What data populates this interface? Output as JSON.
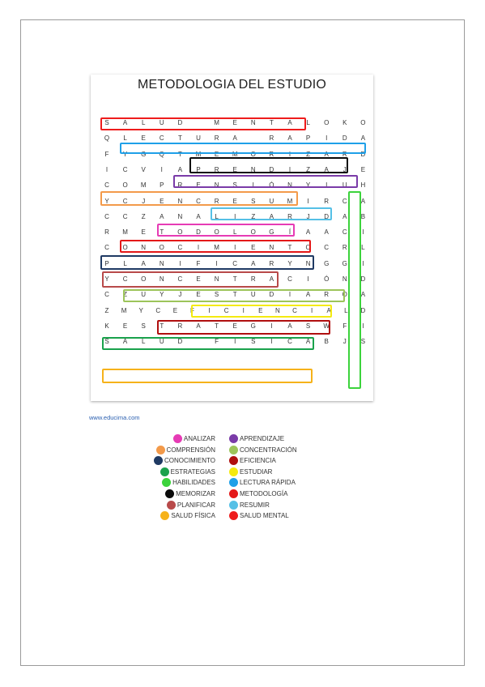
{
  "title": "METODOLOGIA DEL ESTUDIO",
  "grid": [
    "SALUDMENTALOKO",
    "QLECTURARAPIDA",
    "FYGQTMEMORIZAR",
    "ICVIAPRENDIZAJ",
    "COMPRENSIONYIU",
    "YCJENCRESUMIRC",
    "CCZANALIZARJDA",
    "RMETODOLOGIAAC",
    "CONOCIMIENTOCR",
    "PLANIFICARYNGG",
    "YCONCENTRACION",
    "CZUYJESTUDIARO",
    "ZMYCEFICIENCIAL",
    "KESTRATEGIASWFI",
    "SALUDFISICABJS"
  ],
  "grid_rows": [
    [
      "S",
      "A",
      "L",
      "U",
      "D",
      "",
      "M",
      "E",
      "N",
      "T",
      "A",
      "L",
      "O",
      "K",
      "O"
    ],
    [
      "Q",
      "L",
      "E",
      "C",
      "T",
      "U",
      "R",
      "A",
      "",
      "R",
      "A",
      "P",
      "I",
      "D",
      "A"
    ],
    [
      "F",
      "Y",
      "G",
      "Q",
      "T",
      "M",
      "E",
      "M",
      "O",
      "R",
      "I",
      "Z",
      "A",
      "R",
      "D"
    ],
    [
      "I",
      "C",
      "V",
      "I",
      "A",
      "P",
      "R",
      "E",
      "N",
      "D",
      "I",
      "Z",
      "A",
      "J",
      "E"
    ],
    [
      "C",
      "O",
      "M",
      "P",
      "R",
      "E",
      "N",
      "S",
      "I",
      "Ó",
      "N",
      "Y",
      "I",
      "U",
      "H"
    ],
    [
      "Y",
      "C",
      "J",
      "E",
      "N",
      "C",
      "R",
      "E",
      "S",
      "U",
      "M",
      "I",
      "R",
      "C",
      "A"
    ],
    [
      "C",
      "C",
      "Z",
      "A",
      "N",
      "A",
      "L",
      "I",
      "Z",
      "A",
      "R",
      "J",
      "D",
      "A",
      "B"
    ],
    [
      "R",
      "M",
      "E",
      "T",
      "O",
      "D",
      "O",
      "L",
      "O",
      "G",
      "Í",
      "A",
      "A",
      "C",
      "I"
    ],
    [
      "C",
      "O",
      "N",
      "O",
      "C",
      "I",
      "M",
      "I",
      "E",
      "N",
      "T",
      "O",
      "C",
      "R",
      "L"
    ],
    [
      "P",
      "L",
      "A",
      "N",
      "I",
      "F",
      "I",
      "C",
      "A",
      "R",
      "Y",
      "N",
      "G",
      "G",
      "I"
    ],
    [
      "Y",
      "C",
      "O",
      "N",
      "C",
      "E",
      "N",
      "T",
      "R",
      "A",
      "C",
      "I",
      "Ó",
      "N",
      "D"
    ],
    [
      "C",
      "Z",
      "U",
      "Y",
      "J",
      "E",
      "S",
      "T",
      "U",
      "D",
      "I",
      "A",
      "R",
      "O",
      "A"
    ],
    [
      "Z",
      "M",
      "Y",
      "C",
      "E",
      "F",
      "I",
      "C",
      "I",
      "E",
      "N",
      "C",
      "I",
      "A",
      "L",
      "D"
    ],
    [
      "K",
      "E",
      "S",
      "T",
      "R",
      "A",
      "T",
      "E",
      "G",
      "I",
      "A",
      "S",
      "W",
      "F",
      "I"
    ],
    [
      "S",
      "A",
      "L",
      "U",
      "D",
      "",
      "F",
      "I",
      "S",
      "I",
      "C",
      "A",
      "B",
      "J",
      "S"
    ]
  ],
  "url": "www.educima.com",
  "legend": [
    {
      "label": "ANALIZAR",
      "color": "#e63bb5"
    },
    {
      "label": "APRENDIZAJE",
      "color": "#7a3ba8"
    },
    {
      "label": "COMPRENSIÓN",
      "color": "#f39a4a"
    },
    {
      "label": "CONCENTRACIÓN",
      "color": "#9cc45a"
    },
    {
      "label": "CONOCIMIENTO",
      "color": "#1f3a63"
    },
    {
      "label": "EFICIENCIA",
      "color": "#b00f0f"
    },
    {
      "label": "ESTRATEGIAS",
      "color": "#1aa24c"
    },
    {
      "label": "ESTUDIAR",
      "color": "#f4ea10"
    },
    {
      "label": "HABILIDADES",
      "color": "#3cd33c"
    },
    {
      "label": "LECTURA RÁPIDA",
      "color": "#1fa0e8"
    },
    {
      "label": "MEMORIZAR",
      "color": "#0a0a0a"
    },
    {
      "label": "METODOLOGÍA",
      "color": "#e41818"
    },
    {
      "label": "PLANIFICAR",
      "color": "#b84a4a"
    },
    {
      "label": "RESUMIR",
      "color": "#55c0e6"
    },
    {
      "label": "SALUD FÍSICA",
      "color": "#f6b21a"
    },
    {
      "label": "SALUD MENTAL",
      "color": "#ee1c1c"
    }
  ]
}
